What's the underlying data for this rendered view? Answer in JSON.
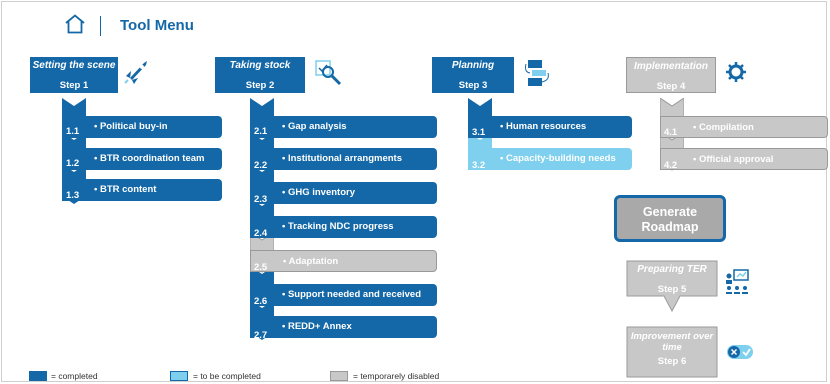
{
  "header": {
    "title": "Tool Menu",
    "home_icon": "home-icon"
  },
  "colors": {
    "completed": "#1468a7",
    "to_be_completed": "#7fd0ee",
    "disabled": "#c8c8c8"
  },
  "steps": [
    {
      "title": "Setting the scene",
      "step": "Step 1",
      "icon": "rocket-icon",
      "items": [
        {
          "num": "1.1",
          "label": "• Political buy-in",
          "status": "completed"
        },
        {
          "num": "1.2",
          "label": "• BTR coordination team",
          "status": "completed"
        },
        {
          "num": "1.3",
          "label": "• BTR content",
          "status": "completed"
        }
      ]
    },
    {
      "title": "Taking stock",
      "step": "Step 2",
      "icon": "magnifier-icon",
      "items": [
        {
          "num": "2.1",
          "label": "• Gap analysis",
          "status": "completed"
        },
        {
          "num": "2.2",
          "label": "• Institutional arrangments",
          "status": "completed"
        },
        {
          "num": "2.3",
          "label": "• GHG inventory",
          "status": "completed"
        },
        {
          "num": "2.4",
          "label": "• Tracking NDC progress",
          "status": "completed"
        },
        {
          "num": "2.5",
          "label": "• Adaptation",
          "status": "disabled"
        },
        {
          "num": "2.6",
          "label": "• Support needed and received",
          "status": "completed"
        },
        {
          "num": "2.7",
          "label": "• REDD+ Annex",
          "status": "completed"
        }
      ]
    },
    {
      "title": "Planning",
      "step": "Step 3",
      "icon": "planning-icon",
      "items": [
        {
          "num": "3.1",
          "label": "• Human resources",
          "status": "completed"
        },
        {
          "num": "3.2",
          "label": "• Capacity-building needs",
          "status": "to_be_completed"
        }
      ]
    },
    {
      "title": "Implementation",
      "step": "Step 4",
      "icon": "gear-icon",
      "items": [
        {
          "num": "4.1",
          "label": "• Compilation",
          "status": "disabled"
        },
        {
          "num": "4.2",
          "label": "• Official approval",
          "status": "disabled"
        }
      ]
    },
    {
      "title": "Preparing TER",
      "step": "Step 5",
      "icon": "presentation-icon",
      "items": []
    },
    {
      "title": "Improvement over time",
      "step": "Step 6",
      "icon": "toggle-check-icon",
      "items": []
    }
  ],
  "generate_button": "Generate Roadmap",
  "legend": [
    {
      "label": "= completed",
      "status": "completed"
    },
    {
      "label": "= to be completed",
      "status": "to_be_completed"
    },
    {
      "label": "= temporarely disabled",
      "status": "disabled"
    }
  ]
}
